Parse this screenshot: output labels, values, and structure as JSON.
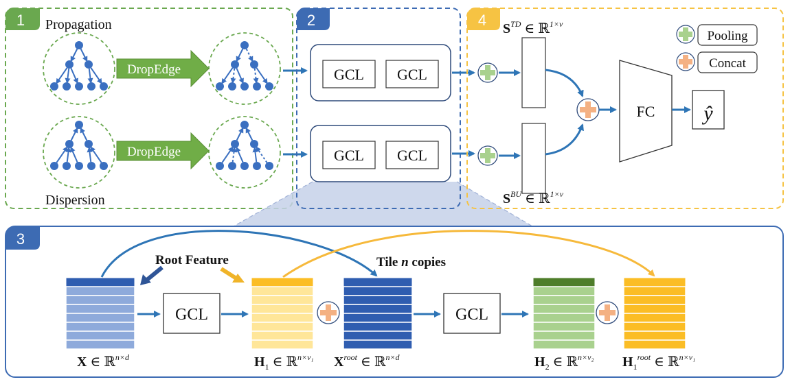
{
  "panels": {
    "p1": {
      "number": "1",
      "top_label": "Propagation",
      "bottom_label": "Dispersion",
      "dropedge_label": "DropEdge"
    },
    "p2": {
      "number": "2",
      "gcl": "GCL"
    },
    "p3": {
      "number": "3"
    },
    "p4": {
      "number": "4",
      "fc": "FC",
      "output": "ŷ"
    }
  },
  "legend": {
    "pooling": "Pooling",
    "concat": "Concat"
  },
  "math": {
    "s_td": {
      "base": "S",
      "sup": "TD",
      "rest": " ∈ ℝ",
      "dim": "1×v"
    },
    "s_bu": {
      "base": "S",
      "sup": "BU",
      "rest": " ∈ ℝ",
      "dim": "1×v"
    },
    "x": {
      "base": "X",
      "rest": " ∈ ℝ",
      "dim": "n×d"
    },
    "h1": {
      "base": "H",
      "sub": "1",
      "rest": " ∈ ℝ",
      "dim": "n×v₁"
    },
    "xroot": {
      "base": "X",
      "sup": "root",
      "rest": "  ∈ ℝ",
      "dim": "n×d"
    },
    "h2": {
      "base": "H",
      "sub": "2",
      "rest": " ∈ ℝ",
      "dim": "n×v₂"
    },
    "h1root": {
      "base": "H",
      "sub": "1",
      "sup": "root",
      "rest": "  ∈ ℝ",
      "dim": "n×v₁"
    }
  },
  "annotations": {
    "root_feature": "Root Feature",
    "tile_prefix": "Tile ",
    "tile_n": "n",
    "tile_suffix": " copies"
  },
  "colors": {
    "green_border": "#6aa84f",
    "blue_border": "#3d6bb3",
    "orange_border": "#f6c343",
    "node_blue": "#3a6fc0",
    "arrow_blue": "#2e75b6",
    "arrow_green": "#5f9e3c",
    "pool_green": "#a9d18e",
    "concat_orange": "#f4b183",
    "x_top": "#2f5db0",
    "x_rows": "#8eaadb",
    "h1_top": "#fbbd25",
    "h1_rows": "#ffe699",
    "h2_top": "#4e7d2a",
    "h2_rows": "#a9d18e",
    "h1root_rows": "#fbbd25"
  }
}
